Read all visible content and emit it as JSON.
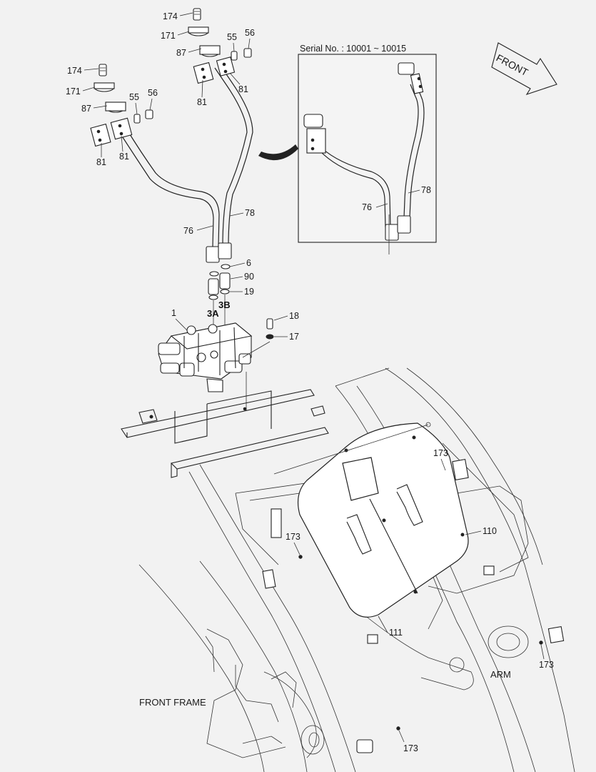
{
  "serial_box": {
    "title": "Serial No. : 10001 ~ 10015"
  },
  "front_arrow": {
    "label": "FRONT"
  },
  "areas": {
    "arm": "ARM",
    "front_frame": "FRONT FRAME"
  },
  "callouts": {
    "p174_top": "174",
    "p171_top": "171",
    "p87_top": "87",
    "p55_top": "55",
    "p56_top": "56",
    "p81_top_r": "81",
    "p81_top_l": "81",
    "p174_left": "174",
    "p171_left": "171",
    "p87_left": "87",
    "p55_left": "55",
    "p56_left": "56",
    "p81_left_r": "81",
    "p81_left_l": "81",
    "p76": "76",
    "p78": "78",
    "p6": "6",
    "p90": "90",
    "p19": "19",
    "p3A": "3A",
    "p3B": "3B",
    "p1": "1",
    "p18": "18",
    "p17": "17",
    "p173_a": "173",
    "p110": "110",
    "p173_b": "173",
    "p111": "111",
    "p173_c": "173",
    "p173_d": "173",
    "inset_76": "76",
    "inset_78": "78"
  }
}
